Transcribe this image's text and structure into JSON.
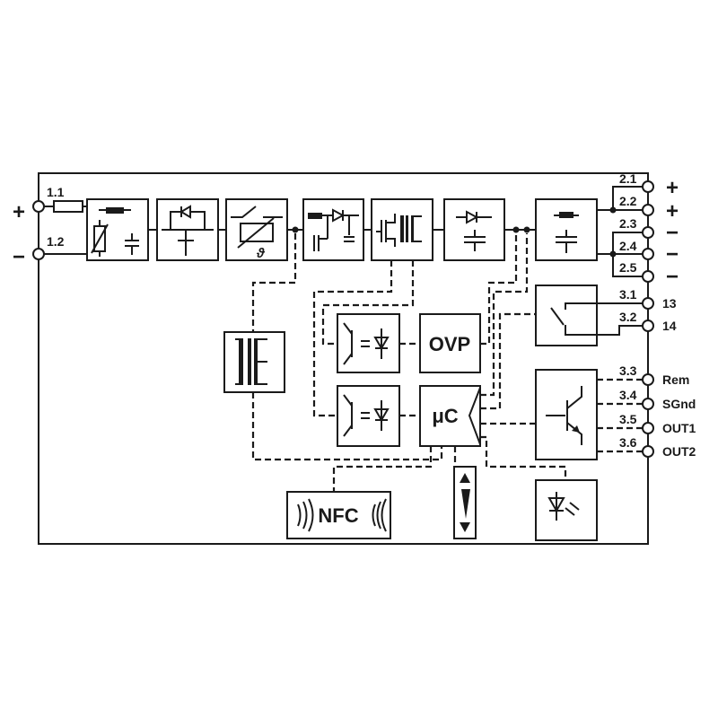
{
  "input_terminals": [
    {
      "id": "1.1",
      "polarity": "+"
    },
    {
      "id": "1.2",
      "polarity": "−"
    }
  ],
  "output_terminals": [
    {
      "id": "2.1",
      "polarity": "+"
    },
    {
      "id": "2.2",
      "polarity": "+"
    },
    {
      "id": "2.3",
      "polarity": "−"
    },
    {
      "id": "2.4",
      "polarity": "−"
    },
    {
      "id": "2.5",
      "polarity": "−"
    }
  ],
  "signal_terminals": [
    {
      "id": "3.1",
      "label": "13"
    },
    {
      "id": "3.2",
      "label": "14"
    },
    {
      "id": "3.3",
      "label": "Rem"
    },
    {
      "id": "3.4",
      "label": "SGnd"
    },
    {
      "id": "3.5",
      "label": "OUT1"
    },
    {
      "id": "3.6",
      "label": "OUT2"
    }
  ],
  "blocks": {
    "ovp": "OVP",
    "microcontroller": "μC",
    "nfc": "NFC",
    "thermal_symbol": "ϑ"
  }
}
